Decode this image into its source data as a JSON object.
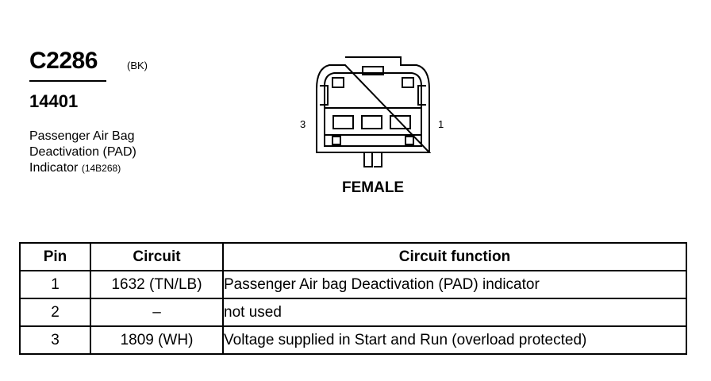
{
  "connector": {
    "id": "C2286",
    "color_code": "(BK)",
    "part_number": "14401",
    "description_lines": [
      "Passenger Air Bag",
      "Deactivation (PAD)",
      "Indicator"
    ],
    "description_code": "(14B268)",
    "gender": "FEMALE",
    "pin_left_label": "3",
    "pin_right_label": "1"
  },
  "table": {
    "headers": {
      "pin": "Pin",
      "circuit": "Circuit",
      "function": "Circuit function"
    },
    "rows": [
      {
        "pin": "1",
        "circuit": "1632 (TN/LB)",
        "function": "Passenger Air bag Deactivation (PAD) indicator"
      },
      {
        "pin": "2",
        "circuit": "–",
        "function": "not used"
      },
      {
        "pin": "3",
        "circuit": "1809 (WH)",
        "function": "Voltage supplied in Start and Run (overload protected)"
      }
    ]
  }
}
